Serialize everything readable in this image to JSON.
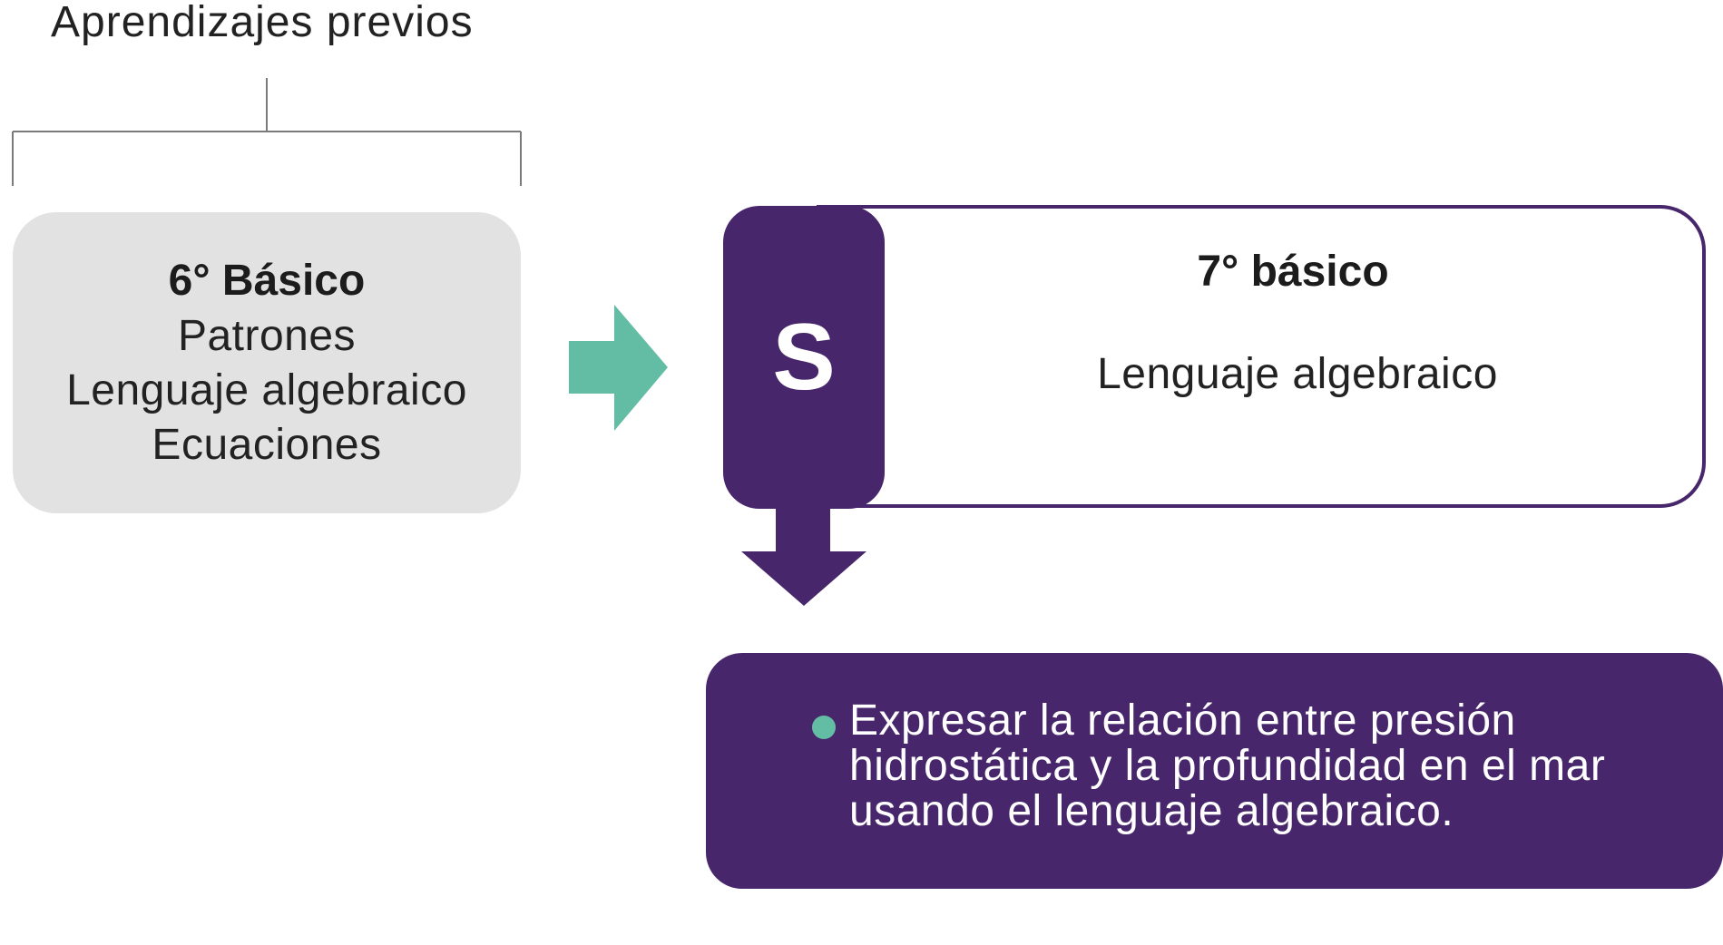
{
  "header": {
    "title": "Aprendizajes previos"
  },
  "previous": {
    "grade": "6° Básico",
    "items": [
      "Patrones",
      "Lenguaje algebraico",
      "Ecuaciones"
    ]
  },
  "current": {
    "badge": "S",
    "grade": "7° básico",
    "topic": "Lenguaje algebraico"
  },
  "objective": {
    "text": "Expresar la relación entre presión hidrostática y la profundidad en el mar usando el lenguaje algebraico."
  },
  "colors": {
    "purple": "#47266b",
    "teal": "#63bda5",
    "gray_box": "#e2e2e3"
  }
}
